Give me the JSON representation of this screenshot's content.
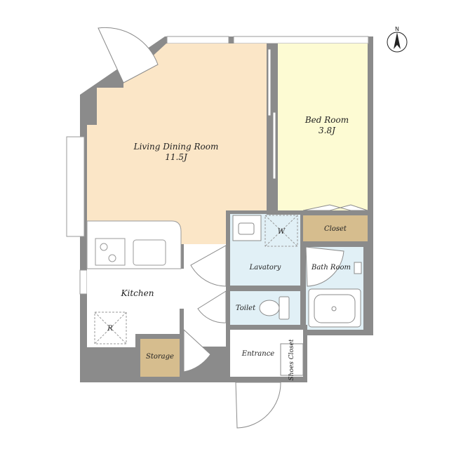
{
  "rooms": {
    "living": {
      "name": "Living Dining Room",
      "size": "11.5J"
    },
    "bedroom": {
      "name": "Bed Room",
      "size": "3.8J"
    },
    "kitchen": {
      "name": "Kitchen"
    },
    "lavatory": {
      "name": "Lavatory"
    },
    "bath": {
      "name": "Bath Room"
    },
    "toilet": {
      "name": "Toilet"
    },
    "closet": {
      "name": "Closet"
    },
    "storage": {
      "name": "Storage"
    },
    "entrance": {
      "name": "Entrance"
    },
    "shoes": {
      "name": "Shoes Closet"
    }
  },
  "markers": {
    "washer": "W",
    "fridge": "R",
    "north": "N"
  },
  "colors": {
    "wall": "#8b8b8b",
    "living": "#fbe6c7",
    "bedroom": "#fdfbd3",
    "wet": "#e1f0f6",
    "storage": "#d6bd8e",
    "counter": "#ffffff",
    "outline": "#9a9a9a"
  }
}
